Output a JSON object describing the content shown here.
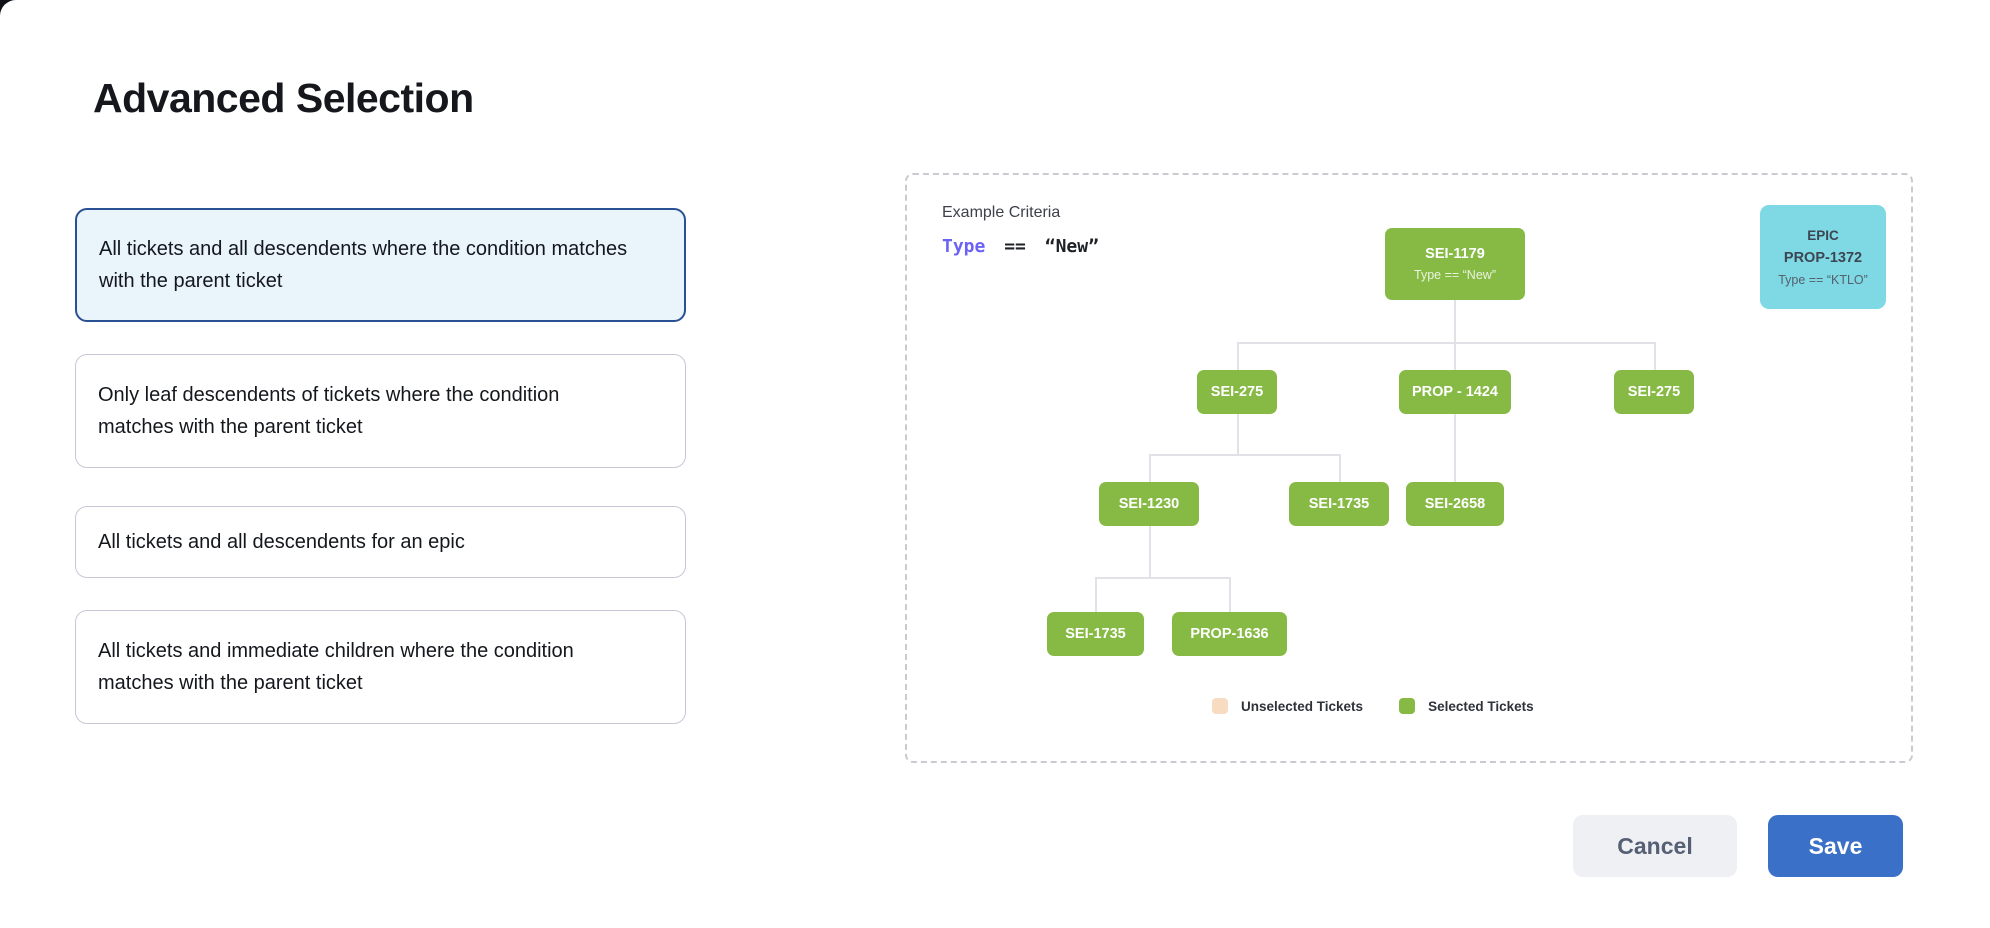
{
  "page": {
    "title": "Advanced Selection"
  },
  "options": [
    {
      "label": "All tickets and all descendents where the condition matches with the parent ticket",
      "selected": true
    },
    {
      "label": "Only leaf descendents of tickets where the condition matches with the parent ticket",
      "selected": false
    },
    {
      "label": "All tickets and all descendents for an epic",
      "selected": false
    },
    {
      "label": "All tickets and immediate children where the condition matches with the parent ticket",
      "selected": false
    }
  ],
  "example": {
    "heading": "Example Criteria",
    "criteria": {
      "field": "Type",
      "operator": "==",
      "value": "“New”"
    }
  },
  "epic_card": {
    "type_label": "EPIC",
    "id": "PROP-1372",
    "condition": "Type == “KTLO”"
  },
  "tree": {
    "root": {
      "id": "SEI-1179",
      "condition": "Type == “New”"
    },
    "level2": [
      "SEI-275",
      "PROP - 1424",
      "SEI-275"
    ],
    "level3": [
      "SEI-1230",
      "SEI-1735",
      "SEI-2658"
    ],
    "level4": [
      "SEI-1735",
      "PROP-1636"
    ]
  },
  "legend": [
    {
      "label": "Unselected Tickets",
      "color": "#f8dcc2"
    },
    {
      "label": "Selected Tickets",
      "color": "#87ba45"
    }
  ],
  "actions": {
    "cancel": "Cancel",
    "save": "Save"
  },
  "colors": {
    "selected_card_border": "#2a5094",
    "selected_card_bg": "#e9f4fb",
    "node_green": "#87ba45",
    "epic_cyan": "#7ed9e4",
    "unselected_peach": "#f8dcc2",
    "save_blue": "#3a70c7",
    "criteria_keyword": "#6a63f6"
  }
}
